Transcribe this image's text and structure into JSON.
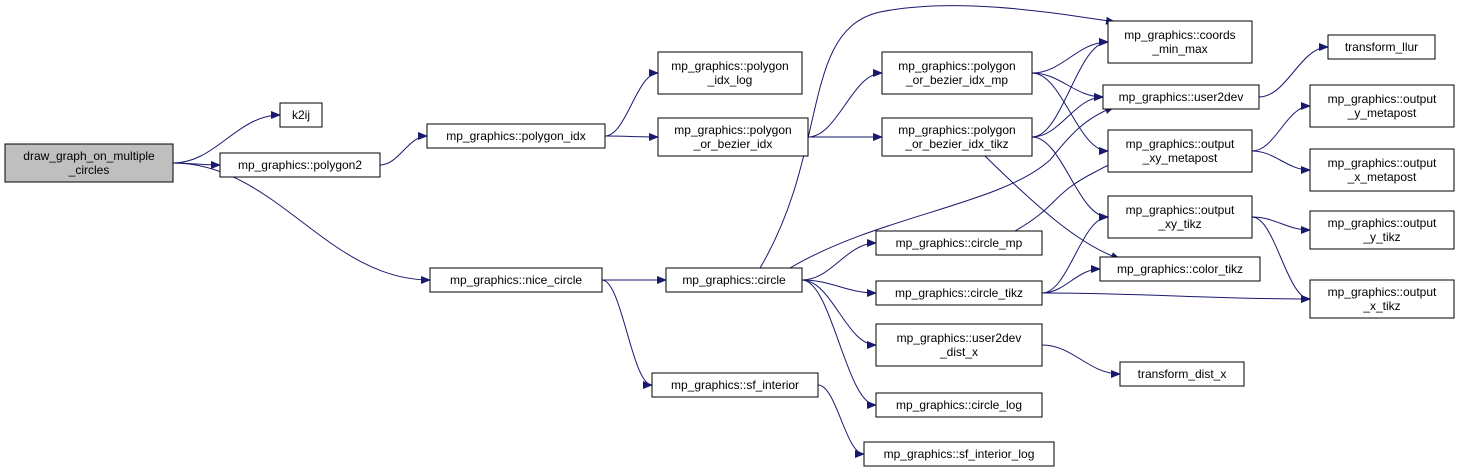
{
  "colors": {
    "edge": "#191970",
    "node_fill": "#ffffff",
    "root_fill": "#bfbfbf",
    "border": "#000000"
  },
  "nodes": [
    {
      "id": "root",
      "lines": [
        "draw_graph_on_multiple",
        "_circles"
      ],
      "root": true
    },
    {
      "id": "k2ij",
      "lines": [
        "k2ij"
      ]
    },
    {
      "id": "polygon2",
      "lines": [
        "mp_graphics::polygon2"
      ]
    },
    {
      "id": "polygon_idx",
      "lines": [
        "mp_graphics::polygon_idx"
      ]
    },
    {
      "id": "polygon_idx_log",
      "lines": [
        "mp_graphics::polygon",
        "_idx_log"
      ]
    },
    {
      "id": "pob_idx",
      "lines": [
        "mp_graphics::polygon",
        "_or_bezier_idx"
      ]
    },
    {
      "id": "pob_idx_mp",
      "lines": [
        "mp_graphics::polygon",
        "_or_bezier_idx_mp"
      ]
    },
    {
      "id": "pob_idx_tikz",
      "lines": [
        "mp_graphics::polygon",
        "_or_bezier_idx_tikz"
      ]
    },
    {
      "id": "coords_min_max",
      "lines": [
        "mp_graphics::coords",
        "_min_max"
      ]
    },
    {
      "id": "user2dev",
      "lines": [
        "mp_graphics::user2dev"
      ]
    },
    {
      "id": "transform_llur",
      "lines": [
        "transform_llur"
      ]
    },
    {
      "id": "output_xy_metapost",
      "lines": [
        "mp_graphics::output",
        "_xy_metapost"
      ]
    },
    {
      "id": "output_y_metapost",
      "lines": [
        "mp_graphics::output",
        "_y_metapost"
      ]
    },
    {
      "id": "output_x_metapost",
      "lines": [
        "mp_graphics::output",
        "_x_metapost"
      ]
    },
    {
      "id": "output_xy_tikz",
      "lines": [
        "mp_graphics::output",
        "_xy_tikz"
      ]
    },
    {
      "id": "output_y_tikz",
      "lines": [
        "mp_graphics::output",
        "_y_tikz"
      ]
    },
    {
      "id": "output_x_tikz",
      "lines": [
        "mp_graphics::output",
        "_x_tikz"
      ]
    },
    {
      "id": "color_tikz",
      "lines": [
        "mp_graphics::color_tikz"
      ]
    },
    {
      "id": "nice_circle",
      "lines": [
        "mp_graphics::nice_circle"
      ]
    },
    {
      "id": "circle",
      "lines": [
        "mp_graphics::circle"
      ]
    },
    {
      "id": "circle_mp",
      "lines": [
        "mp_graphics::circle_mp"
      ]
    },
    {
      "id": "circle_tikz",
      "lines": [
        "mp_graphics::circle_tikz"
      ]
    },
    {
      "id": "user2dev_dist_x",
      "lines": [
        "mp_graphics::user2dev",
        "_dist_x"
      ]
    },
    {
      "id": "transform_dist_x",
      "lines": [
        "transform_dist_x"
      ]
    },
    {
      "id": "circle_log",
      "lines": [
        "mp_graphics::circle_log"
      ]
    },
    {
      "id": "sf_interior",
      "lines": [
        "mp_graphics::sf_interior"
      ]
    },
    {
      "id": "sf_interior_log",
      "lines": [
        "mp_graphics::sf_interior_log"
      ]
    }
  ],
  "edges": [
    [
      "root",
      "k2ij"
    ],
    [
      "root",
      "polygon2"
    ],
    [
      "root",
      "nice_circle"
    ],
    [
      "polygon2",
      "polygon_idx"
    ],
    [
      "polygon_idx",
      "polygon_idx_log"
    ],
    [
      "polygon_idx",
      "pob_idx"
    ],
    [
      "pob_idx",
      "pob_idx_mp"
    ],
    [
      "pob_idx",
      "pob_idx_tikz"
    ],
    [
      "pob_idx_mp",
      "coords_min_max"
    ],
    [
      "pob_idx_mp",
      "user2dev"
    ],
    [
      "pob_idx_mp",
      "output_xy_metapost"
    ],
    [
      "pob_idx_tikz",
      "coords_min_max"
    ],
    [
      "pob_idx_tikz",
      "user2dev"
    ],
    [
      "pob_idx_tikz",
      "output_xy_tikz"
    ],
    [
      "pob_idx_tikz",
      "color_tikz"
    ],
    [
      "user2dev",
      "transform_llur"
    ],
    [
      "output_xy_metapost",
      "output_y_metapost"
    ],
    [
      "output_xy_metapost",
      "output_x_metapost"
    ],
    [
      "output_xy_tikz",
      "output_y_tikz"
    ],
    [
      "output_xy_tikz",
      "output_x_tikz"
    ],
    [
      "nice_circle",
      "circle"
    ],
    [
      "nice_circle",
      "sf_interior"
    ],
    [
      "circle",
      "coords_min_max"
    ],
    [
      "circle",
      "user2dev"
    ],
    [
      "circle",
      "circle_mp"
    ],
    [
      "circle",
      "circle_tikz"
    ],
    [
      "circle",
      "user2dev_dist_x"
    ],
    [
      "circle",
      "circle_log"
    ],
    [
      "circle_mp",
      "output_xy_metapost"
    ],
    [
      "circle_tikz",
      "output_xy_tikz"
    ],
    [
      "circle_tikz",
      "color_tikz"
    ],
    [
      "circle_tikz",
      "output_x_tikz"
    ],
    [
      "user2dev_dist_x",
      "transform_dist_x"
    ],
    [
      "sf_interior",
      "sf_interior_log"
    ]
  ]
}
